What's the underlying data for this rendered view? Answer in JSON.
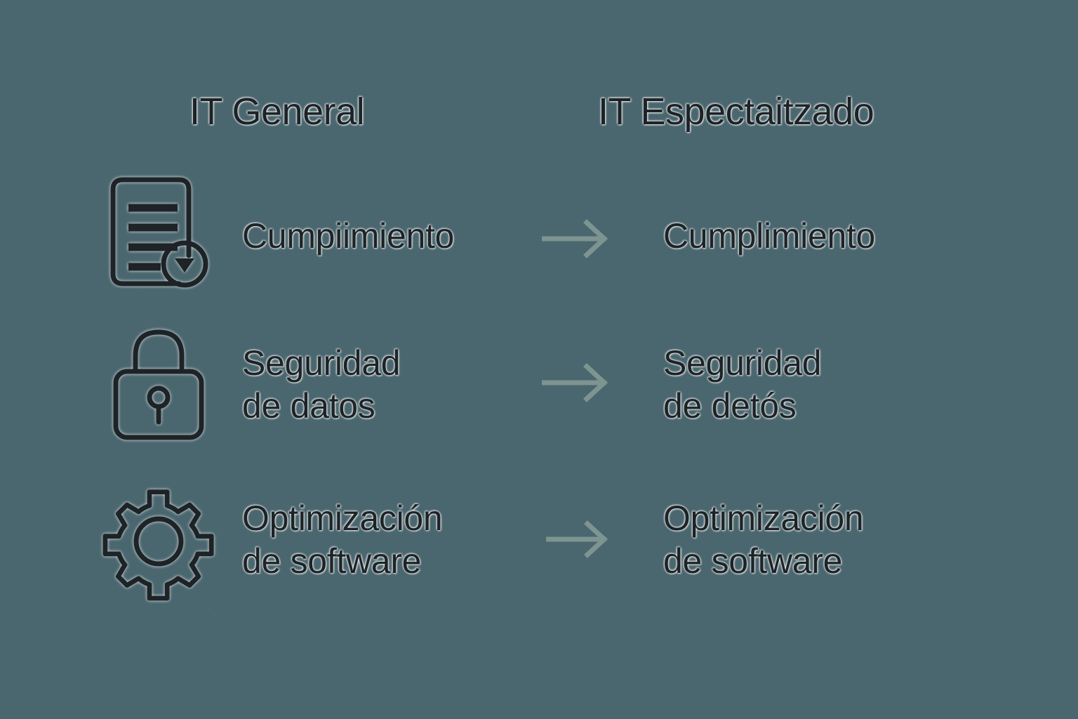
{
  "theme": {
    "background_color": "#4a666e",
    "text_color": "#1d2326",
    "arrow_color": "#7d9490",
    "glow_color": "#ffffff"
  },
  "columns": {
    "left": {
      "heading": "IT General"
    },
    "right": {
      "heading": "IT Espectaitzado"
    }
  },
  "rows": [
    {
      "icon": "document-list-icon",
      "left_label": "Cumpiimiento",
      "arrow": "right-arrow-icon",
      "right_label": "Cumplimiento"
    },
    {
      "icon": "lock-icon",
      "left_label": "Seguridad\nde datos",
      "arrow": "right-arrow-icon",
      "right_label": "Seguridad\nde detós"
    },
    {
      "icon": "gear-icon",
      "left_label": "Optimización\nde software",
      "arrow": "right-arrow-icon",
      "right_label": "Optimización\nde software"
    }
  ]
}
